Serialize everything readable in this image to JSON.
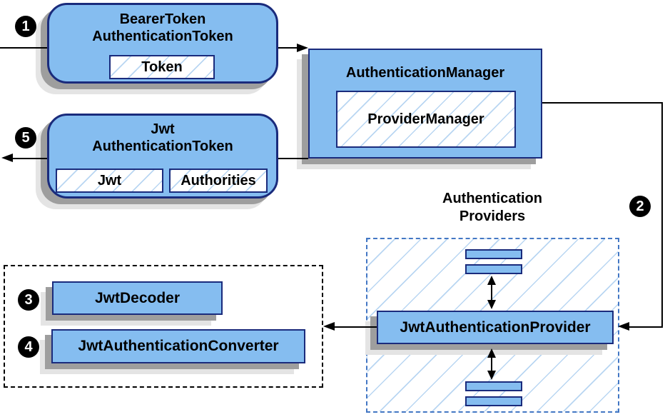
{
  "colors": {
    "node_fill": "#85BDF0",
    "node_border": "#1A2B7C",
    "hatch_line": "#B9D6F2",
    "blue_dash_border": "#4377C4",
    "black_dash_border": "#000000",
    "shadow_dark": "#9E9E9E",
    "shadow_light": "#E4E4E4",
    "arrow": "#000000",
    "badge_bg": "#000000",
    "badge_text": "#FFFFFF"
  },
  "badges": {
    "step1": "1",
    "step2": "2",
    "step3": "3",
    "step4": "4",
    "step5": "5"
  },
  "nodes": {
    "bearer_token_authentication_token": {
      "title_line1": "BearerToken",
      "title_line2": "AuthenticationToken",
      "field_token": "Token"
    },
    "authentication_manager": {
      "title": "AuthenticationManager",
      "field_provider_manager": "ProviderManager"
    },
    "jwt_authentication_token": {
      "title_line1": "Jwt",
      "title_line2": "AuthenticationToken",
      "field_jwt": "Jwt",
      "field_authorities": "Authorities"
    },
    "authentication_providers_group": {
      "label_line1": "Authentication",
      "label_line2": "Providers"
    },
    "jwt_authentication_provider": {
      "title": "JwtAuthenticationProvider"
    },
    "jwt_decoder": {
      "title": "JwtDecoder"
    },
    "jwt_authentication_converter": {
      "title": "JwtAuthenticationConverter"
    }
  }
}
